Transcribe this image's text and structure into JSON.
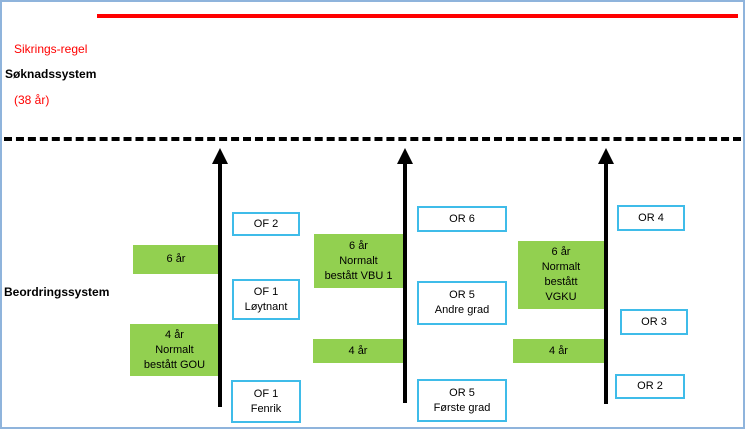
{
  "frame": {
    "background": "#FFFFFF",
    "border_color": "#8FB4DC"
  },
  "colors": {
    "rule_red": "#FF0000",
    "duration_green": "#92D050",
    "rank_border_blue": "#3FBCE9",
    "arrow_black": "#000000"
  },
  "sikrings_regel": {
    "line1": "Sikrings-regel",
    "line2": "(38 år)"
  },
  "sections": {
    "upper": "Søknadssystem",
    "lower": "Beordringssystem"
  },
  "columns": [
    {
      "name": "officer-track",
      "ranks": [
        {
          "lines": [
            "OF 2"
          ]
        },
        {
          "lines": [
            "OF 1",
            "Løytnant"
          ]
        },
        {
          "lines": [
            "OF 1",
            "Fenrik"
          ]
        }
      ],
      "durations": [
        {
          "lines": [
            "6 år"
          ]
        },
        {
          "lines": [
            "4 år",
            "Normalt",
            "bestått GOU"
          ]
        }
      ]
    },
    {
      "name": "or-senior-track",
      "ranks": [
        {
          "lines": [
            "OR 6"
          ]
        },
        {
          "lines": [
            "OR 5",
            "Andre grad"
          ]
        },
        {
          "lines": [
            "OR 5",
            "Første grad"
          ]
        }
      ],
      "durations": [
        {
          "lines": [
            "6 år",
            "Normalt",
            "bestått VBU 1"
          ]
        },
        {
          "lines": [
            "4 år"
          ]
        }
      ]
    },
    {
      "name": "or-junior-track",
      "ranks": [
        {
          "lines": [
            "OR 4"
          ]
        },
        {
          "lines": [
            "OR 3"
          ]
        },
        {
          "lines": [
            "OR 2"
          ]
        }
      ],
      "durations": [
        {
          "lines": [
            "6 år",
            "Normalt",
            "bestått",
            "VGKU"
          ]
        },
        {
          "lines": [
            "4 år"
          ]
        }
      ]
    }
  ]
}
